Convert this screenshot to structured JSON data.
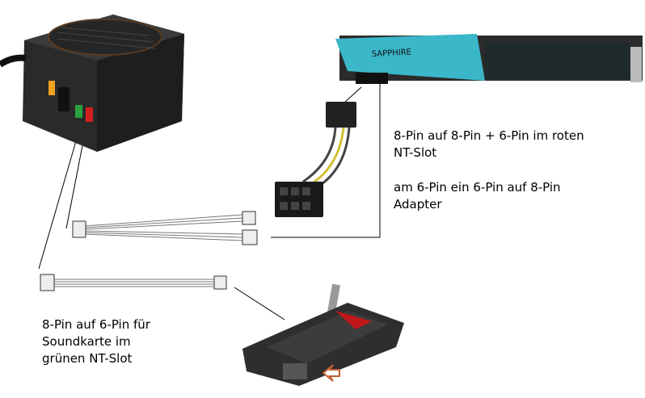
{
  "labels": {
    "gpu_cable": "8-Pin auf 8-Pin + 6-Pin im roten\nNT-Slot",
    "adapter": "am 6-Pin ein 6-Pin auf 8-Pin\nAdapter",
    "sound_cable": "8-Pin auf 6-Pin für\nSoundkarte im\ngrünen NT-Slot"
  },
  "brands": {
    "gpu": "SAPPHIRE"
  },
  "colors": {
    "gpu_shroud": "#3ab7c8",
    "psu_body": "#2a2a2a",
    "slot_red": "#d42020",
    "slot_green": "#2aa040",
    "slot_orange": "#f0a020",
    "soundcard_accent": "#c01818"
  }
}
